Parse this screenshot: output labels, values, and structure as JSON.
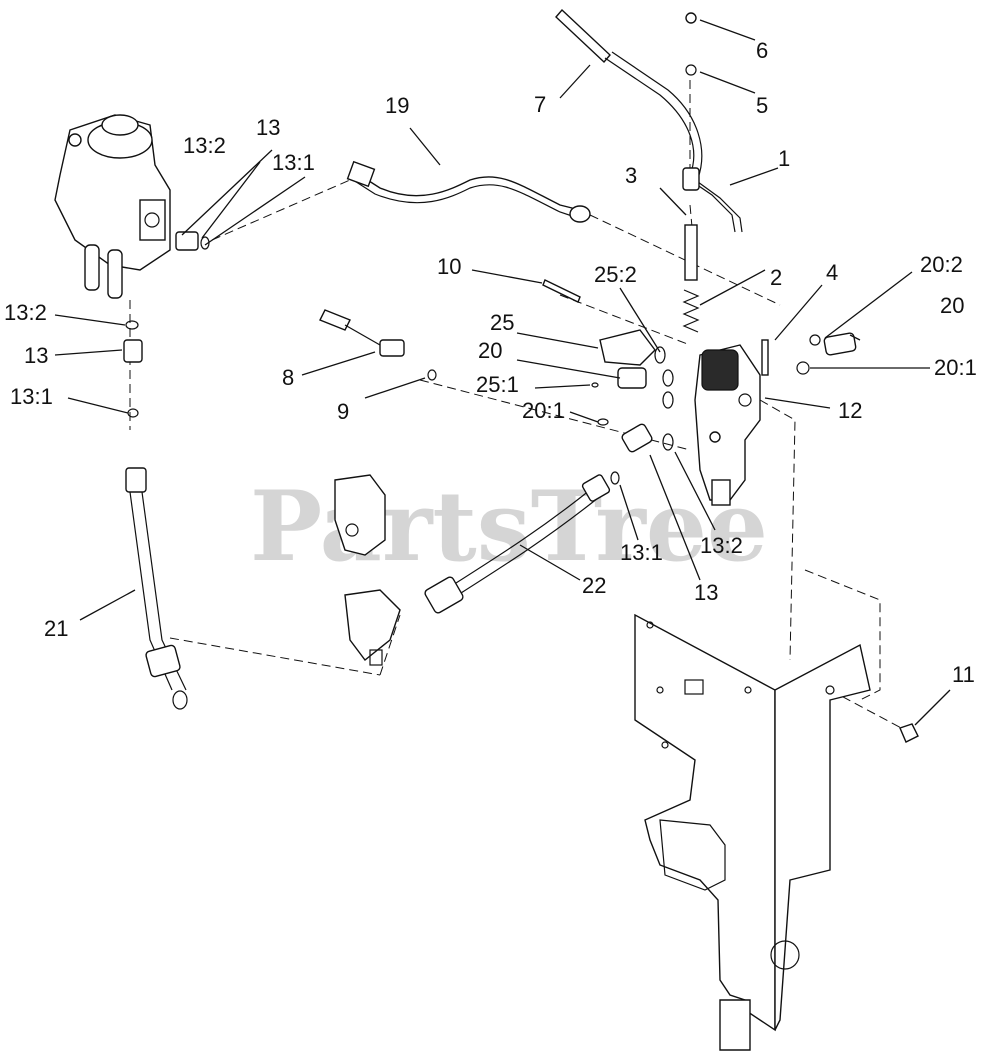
{
  "watermark": "PartsTree",
  "callouts": {
    "c1": "1",
    "c2": "2",
    "c3": "3",
    "c4": "4",
    "c5": "5",
    "c6": "6",
    "c7": "7",
    "c8": "8",
    "c9": "9",
    "c10": "10",
    "c11": "11",
    "c12": "12",
    "c13_top": "13",
    "c13_2_top": "13:2",
    "c13_1_top": "13:1",
    "c13_2_left": "13:2",
    "c13_left": "13",
    "c13_1_left": "13:1",
    "c13_mid": "13",
    "c13_1_mid": "13:1",
    "c13_2_mid": "13:2",
    "c19": "19",
    "c20_upper": "20",
    "c20_2": "20:2",
    "c20_right": "20",
    "c20_1_right": "20:1",
    "c20_1_low": "20:1",
    "c21": "21",
    "c22": "22",
    "c25": "25",
    "c25_2": "25:2",
    "c25_1": "25:1"
  }
}
